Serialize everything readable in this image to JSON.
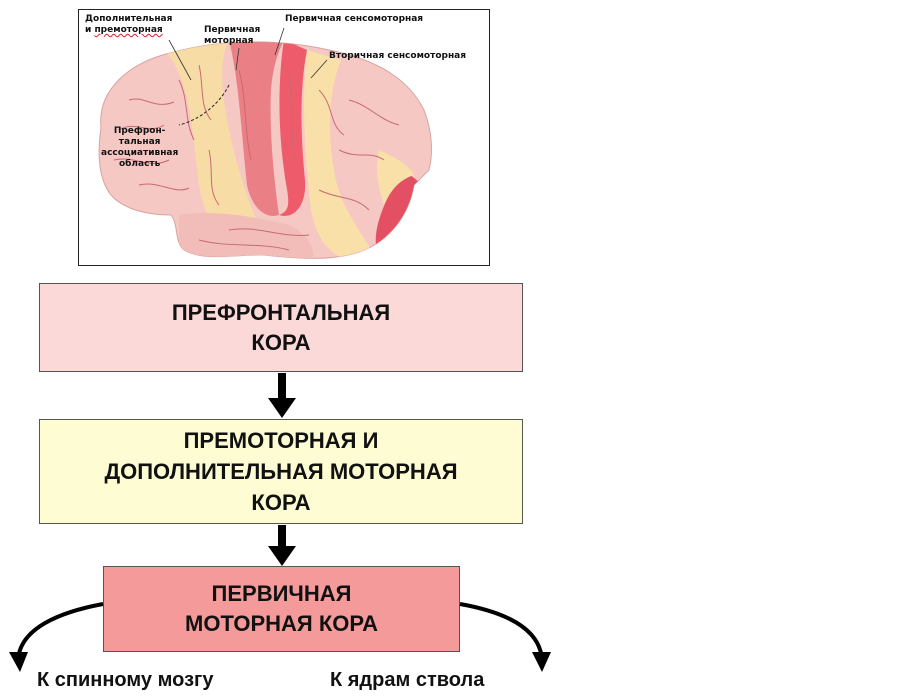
{
  "figure": {
    "labels": {
      "supplementary_line1": "Дополнительная",
      "supplementary_line2_prefix": "и ",
      "supplementary_line2_word": "премоторная",
      "primary_motor_line1": "Первичная",
      "primary_motor_line2": "моторная",
      "primary_sensorimotor": "Первичная сенсомоторная",
      "secondary_sensorimotor": "Вторичная сенсомоторная",
      "prefrontal_line1": "Префрон-",
      "prefrontal_line2": "тальная",
      "prefrontal_line3": "ассоциативная",
      "prefrontal_line4": "область"
    },
    "colors": {
      "brain_base": "#f5c8c4",
      "premotor_band": "#f8dca6",
      "primary_motor": "#ea7f86",
      "sensorimotor": "#ee5b6b",
      "secondary": "#f9e0a9",
      "vessels": "#c86a70"
    }
  },
  "boxes": {
    "prefrontal": {
      "text": "ПРЕФРОНТАЛЬНАЯ\nКОРА",
      "color": "#fcd9d9"
    },
    "premotor": {
      "text": "ПРЕМОТОРНАЯ И\nДОПОЛНИТЕЛЬНАЯ МОТОРНАЯ\nКОРА",
      "color": "#fdfcd3"
    },
    "primary": {
      "text": "ПЕРВИЧНАЯ\nМОТОРНАЯ КОРА",
      "color": "#f49a9b"
    }
  },
  "outputs": {
    "left": "К спинному мозгу",
    "right": "К ядрам ствола"
  }
}
